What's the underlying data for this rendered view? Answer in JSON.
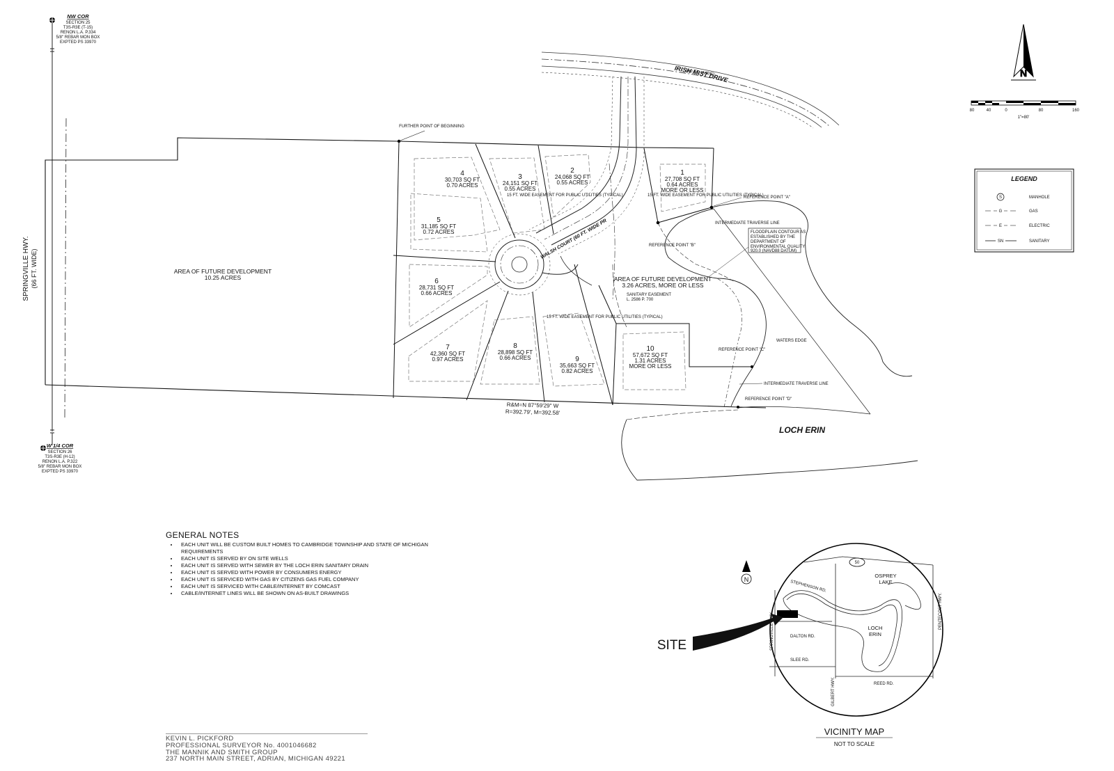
{
  "corners": {
    "nw": {
      "title": "NW COR",
      "lines": [
        "SECTION 25",
        "T3S-R3E (T-15)",
        "RENON L.A. P.334",
        "5/8\" REBAR MON BOX",
        "EXPTED PS 33970"
      ]
    },
    "w14": {
      "title": "W 1/4 COR",
      "lines": [
        "SECTION 26",
        "T3S-R3E (H-12)",
        "RENON L.A. P.322",
        "5/8\" REBAR MON BOX",
        "EXPTED PS 33970"
      ]
    }
  },
  "roads": {
    "springville": "SPRINGVILLE HWY.",
    "springville_width": "(66 FT. WIDE)",
    "irish_mist": "IRISH MIST DRIVE",
    "irish_mist_width": "(60 FT. WIDE)",
    "walsh": "WALSH COURT (60 FT. WIDE PRIVATE)"
  },
  "lots": [
    {
      "num": "1",
      "area": "27,708 SQ FT",
      "acres": "0.64 ACRES",
      "extra": "MORE OR LESS"
    },
    {
      "num": "2",
      "area": "24,068 SQ FT",
      "acres": "0.55 ACRES",
      "extra": ""
    },
    {
      "num": "3",
      "area": "24,151 SQ FT",
      "acres": "0.55 ACRES",
      "extra": ""
    },
    {
      "num": "4",
      "area": "30,703 SQ FT",
      "acres": "0.70 ACRES",
      "extra": ""
    },
    {
      "num": "5",
      "area": "31,185 SQ FT",
      "acres": "0.72 ACRES",
      "extra": ""
    },
    {
      "num": "6",
      "area": "28,731 SQ FT",
      "acres": "0.66 ACRES",
      "extra": ""
    },
    {
      "num": "7",
      "area": "42,360 SQ FT",
      "acres": "0.97 ACRES",
      "extra": ""
    },
    {
      "num": "8",
      "area": "28,898 SQ FT",
      "acres": "0.66 ACRES",
      "extra": ""
    },
    {
      "num": "9",
      "area": "35,663 SQ FT",
      "acres": "0.82 ACRES",
      "extra": ""
    },
    {
      "num": "10",
      "area": "57,672 SQ FT",
      "acres": "1.31 ACRES",
      "extra": "MORE OR LESS"
    }
  ],
  "areas": {
    "future_west": "AREA OF FUTURE DEVELOPMENT",
    "future_west_acres": "10.25 ACRES",
    "future_east": "AREA OF FUTURE DEVELOPMENT",
    "future_east_acres": "3.26 ACRES, MORE OR LESS",
    "lake": "LOCH ERIN"
  },
  "callouts": {
    "further_pob": "FURTHER POINT OF BEGINNING",
    "ref_a": "REFERENCE POINT \"A\"",
    "ref_b": "REFERENCE POINT \"B\"",
    "ref_c": "REFERENCE POINT \"C\"",
    "ref_d": "REFERENCE POINT \"D\"",
    "traverse_1": "INTERMEDIATE TRAVERSE LINE",
    "traverse_2": "INTERMEDIATE TRAVERSE LINE",
    "waters_edge": "WATERS EDGE",
    "floodplain": [
      "FLOODPLAIN CONTOUR AS",
      "ESTABLISHED BY THE",
      "DEPARTMENT OF",
      "ENVIRONMENTAL QUALITY",
      "920.0 (NAVD88 DATUM)"
    ],
    "sanitary": "SANITARY EASEMENT",
    "sanitary_ref": "L. 2586 P. 700",
    "easement_1": "15 FT. WIDE EASEMENT FOR PUBLIC UTILITIES (TYPICAL)",
    "easement_2": "15 FT. WIDE EASEMENT FOR PUBLIC UTILITIES (TYPICAL)",
    "easement_3": "15 FT. WIDE EASEMENT FOR PUBLIC UTILITIES (TYPICAL)",
    "bearing": "R&M=N 87°59'29\" W",
    "distance": "R=392.79', M=392.58'"
  },
  "scale": {
    "ticks": [
      "80",
      "40",
      "0",
      "80",
      "160"
    ],
    "label": "1\"=80'"
  },
  "legend": {
    "title": "LEGEND",
    "items": [
      {
        "symbol": "S",
        "label": "MANHOLE"
      },
      {
        "symbol": "G",
        "label": "GAS"
      },
      {
        "symbol": "E",
        "label": "ELECTRIC"
      },
      {
        "symbol": "SN",
        "label": "SANITARY"
      }
    ]
  },
  "notes": {
    "title": "GENERAL NOTES",
    "items": [
      "EACH UNIT WILL BE CUSTOM BUILT HOMES TO CAMBRIDGE TOWNSHIP AND STATE OF MICHIGAN REQUIREMENTS",
      "EACH UNIT IS SERVED BY ON SITE WELLS",
      "EACH UNIT IS SERVED WITH SEWER BY THE LOCH ERIN SANITARY DRAIN",
      "EACH UNIT IS SERVED WITH POWER BY CONSUMERS ENERGY",
      "EACH UNIT IS SERVICED WITH GAS BY CITIZENS GAS FUEL COMPANY",
      "EACH UNIT IS SERVICED WITH CABLE/INTERNET BY COMCAST",
      "CABLE/INTERNET LINES WILL BE SHOWN ON AS-BUILT DRAWINGS"
    ]
  },
  "vicinity": {
    "site": "SITE",
    "title": "VICINITY MAP",
    "subtitle": "NOT TO SCALE",
    "route": "50",
    "osprey": "OSPREY",
    "lake_word": "LAKE",
    "loch": "LOCH",
    "erin": "ERIN",
    "stephenson": "STEPHENSON RD.",
    "springville": "SPRINGVILLE HWY.",
    "dalton": "DALTON RD.",
    "slee": "SLEE RD.",
    "gilbert": "GILBERT HWY.",
    "reed": "REED RD.",
    "pentecost": "PENTECOST HWY."
  },
  "surveyor": [
    "KEVIN L. PICKFORD",
    "PROFESSIONAL SURVEYOR No. 4001046682",
    "THE MANNIK AND SMITH GROUP",
    "237 NORTH MAIN STREET, ADRIAN, MICHIGAN 49221"
  ],
  "north": "N"
}
